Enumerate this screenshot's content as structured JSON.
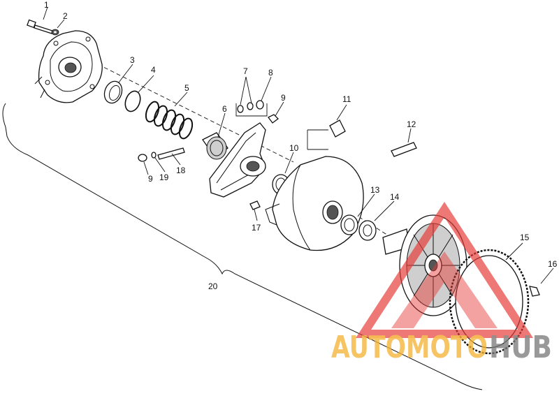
{
  "callouts": [
    "1",
    "2",
    "3",
    "4",
    "5",
    "6",
    "7",
    "8",
    "9",
    "9",
    "10",
    "11",
    "12",
    "13",
    "14",
    "15",
    "16",
    "17",
    "18",
    "19",
    "20"
  ],
  "watermark": {
    "text_colored": "AUTOMOTO",
    "text_dark": "HUB",
    "color_primary": "#f5b335",
    "color_dark": "#7a7a7a",
    "triangle_color": "#e53935"
  }
}
